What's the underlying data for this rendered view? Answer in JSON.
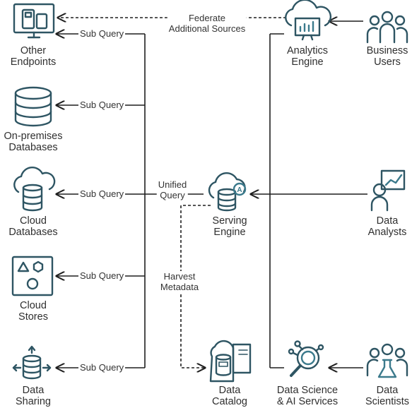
{
  "colors": {
    "icon": "#2e5563",
    "accent": "#3b7a8c",
    "line": "#1f1f1f"
  },
  "nodes": {
    "other_endpoints": [
      "Other",
      "Endpoints"
    ],
    "onprem": [
      "On-premises",
      "Databases"
    ],
    "cloud_db": [
      "Cloud",
      "Databases"
    ],
    "cloud_stores": [
      "Cloud",
      "Stores"
    ],
    "data_sharing": [
      "Data",
      "Sharing"
    ],
    "analytics": [
      "Analytics",
      "Engine"
    ],
    "serving": [
      "Serving",
      "Engine"
    ],
    "catalog": [
      "Data",
      "Catalog"
    ],
    "ds_ai": [
      "Data Science",
      "& AI Services"
    ],
    "business": [
      "Business",
      "Users"
    ],
    "analysts": [
      "Data",
      "Analysts"
    ],
    "scientists": [
      "Data",
      "Scientists"
    ]
  },
  "edges": {
    "sub_query": "Sub Query",
    "federate": [
      "Federate",
      "Additional Sources"
    ],
    "unified": [
      "Unified",
      "Query"
    ],
    "harvest": [
      "Harvest",
      "Metadata"
    ]
  },
  "icons": [
    "devices-icon",
    "database-icon",
    "cloud-database-icon",
    "shapes-icon",
    "share-database-icon",
    "cloud-chart-icon",
    "cloud-serving-icon",
    "catalog-icon",
    "ai-magnifier-icon",
    "users-group-icon",
    "analyst-icon",
    "scientists-icon"
  ]
}
